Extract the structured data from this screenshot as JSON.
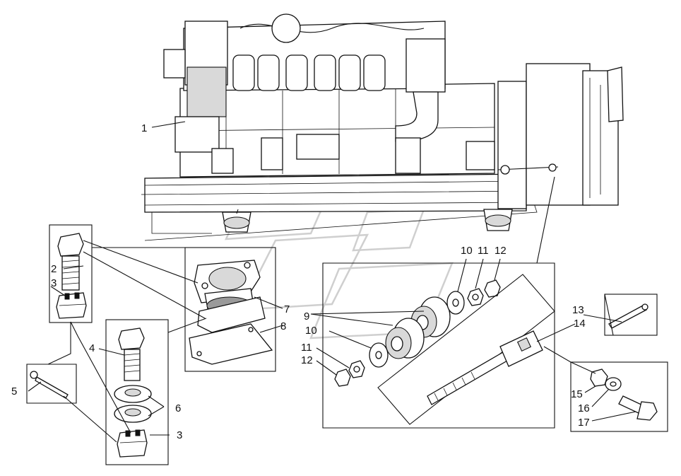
{
  "labels": {
    "l1": "1",
    "l2": "2",
    "l3a": "3",
    "l3b": "3",
    "l4": "4",
    "l5": "5",
    "l6": "6",
    "l7": "7",
    "l8": "8",
    "l9": "9",
    "l10a": "10",
    "l10b": "10",
    "l11a": "11",
    "l11b": "11",
    "l12a": "12",
    "l12b": "12",
    "l13": "13",
    "l14": "14",
    "l15": "15",
    "l16": "16",
    "l17": "17"
  }
}
